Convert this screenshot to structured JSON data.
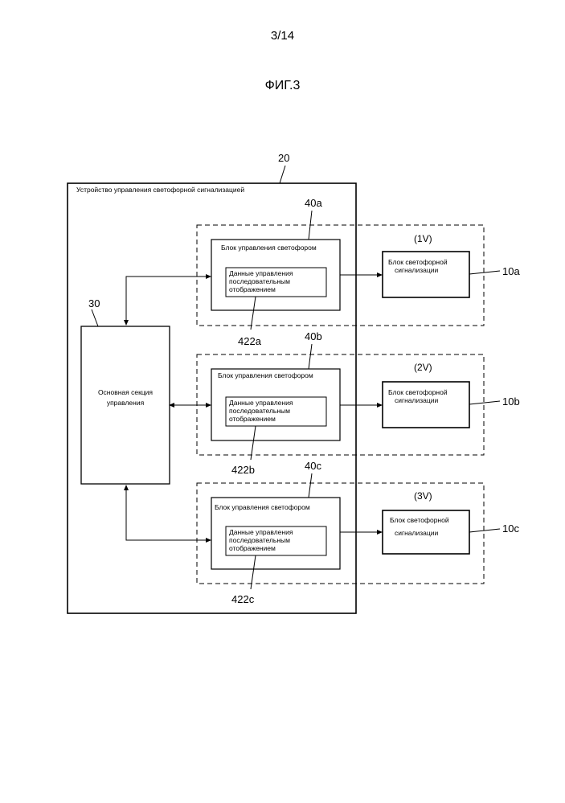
{
  "header": {
    "page_number": "3/14",
    "figure_title": "ФИГ.3"
  },
  "device": {
    "ref": "20",
    "label": "Устройство управления светофорной сигнализацией"
  },
  "main_control": {
    "ref": "30",
    "label_line1": "Основная секция",
    "label_line2": "управления"
  },
  "groups": [
    {
      "view_label": "(1V)",
      "block_ref": "40a",
      "block_label": "Блок управления светофором",
      "data_ref": "422a",
      "data_line1": "Данные управления",
      "data_line2": "последовательным",
      "data_line3": "отображением",
      "signal_ref": "10a",
      "signal_line1": "Блок светофорной",
      "signal_line2": "сигнализации"
    },
    {
      "view_label": "(2V)",
      "block_ref": "40b",
      "block_label": "Блок управления светофором",
      "data_ref": "422b",
      "data_line1": "Данные управления",
      "data_line2": "последовательным",
      "data_line3": "отображением",
      "signal_ref": "10b",
      "signal_line1": "Блок светофорной",
      "signal_line2": "сигнализации"
    },
    {
      "view_label": "(3V)",
      "block_ref": "40c",
      "block_label": "Блок управления светофором",
      "data_ref": "422c",
      "data_line1": "Данные управления",
      "data_line2": "последовательным",
      "data_line3": "отображением",
      "signal_ref": "10c",
      "signal_line1": "Блок светофорной",
      "signal_line2": "сигнализации"
    }
  ]
}
